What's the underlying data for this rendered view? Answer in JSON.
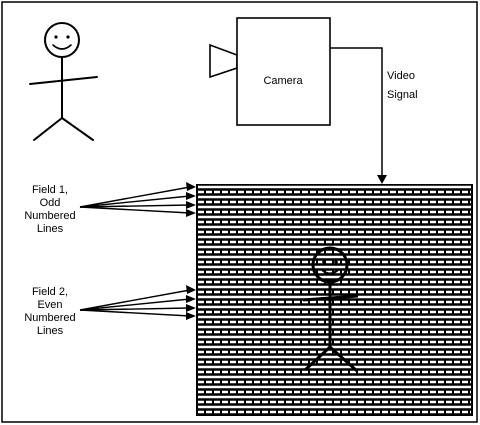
{
  "camera": {
    "label": "Camera",
    "icon": "video-camera-icon"
  },
  "signal": {
    "line1": "Video",
    "line2": "Signal"
  },
  "field1": {
    "line1": "Field 1,",
    "line2": "Odd",
    "line3": "Numbered",
    "line4": "Lines"
  },
  "field2": {
    "line1": "Field 2,",
    "line2": "Even",
    "line3": "Numbered",
    "line4": "Lines"
  },
  "figures": {
    "subject": "stick-figure-icon",
    "displayed_image": "stick-figure-icon"
  },
  "colors": {
    "ink": "#000000",
    "background": "#ffffff"
  }
}
